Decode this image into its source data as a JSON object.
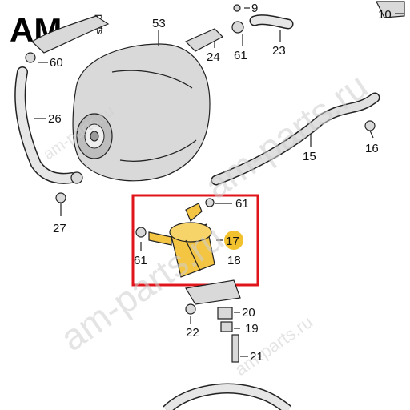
{
  "brand": {
    "logo_text": "AM",
    "logo_suffix": "parts",
    "watermark_texts": [
      "am-parts.ru",
      "am-parts.ru",
      "am-parts.ru",
      "am-parts.ru"
    ]
  },
  "colors": {
    "highlight_frame": "#e0151b",
    "highlight_badge": "#f2c12e",
    "pump_body": "#f4c542",
    "parts_gray": "#d9d9d9",
    "line": "#222222"
  },
  "labels": {
    "l10": "10",
    "l53": "53",
    "l9": "9",
    "l60": "60",
    "l24": "24",
    "l61a": "61",
    "l23": "23",
    "l26": "26",
    "l16": "16",
    "l15": "15",
    "l27": "27",
    "l61b": "61",
    "l17": "17",
    "l61c": "61",
    "l18": "18",
    "l20": "20",
    "l22": "22",
    "l19": "19",
    "l21": "21"
  }
}
